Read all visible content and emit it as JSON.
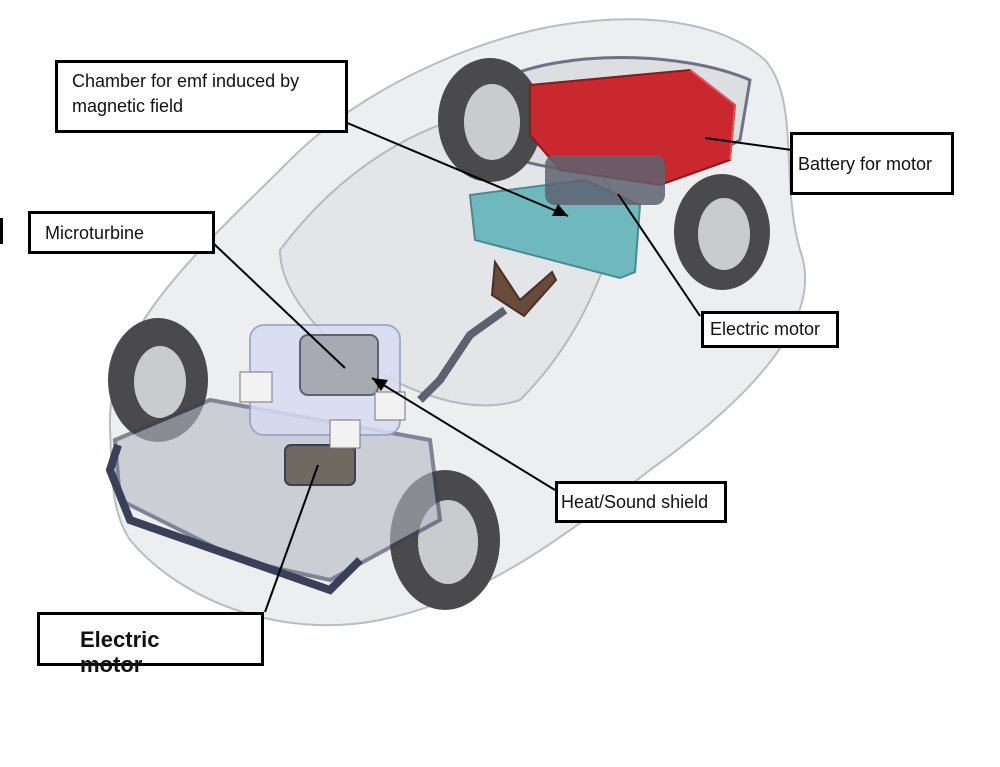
{
  "colors": {
    "battery": "#c8282e",
    "chamber": "#6fb8bd",
    "body": "#e9eaec",
    "tire": "#4a4a4c",
    "frame": "#3b3f5a",
    "steering": "#6a4a3a",
    "label_border": "#000000"
  },
  "labels": {
    "chamber": "Chamber for emf induced by magnetic field",
    "battery": "Battery for motor",
    "microturbine": "Microturbine",
    "electric_motor_rear": "Electric motor",
    "heat_shield": "Heat/Sound shield",
    "electric_motor_front": "Electric motor"
  }
}
